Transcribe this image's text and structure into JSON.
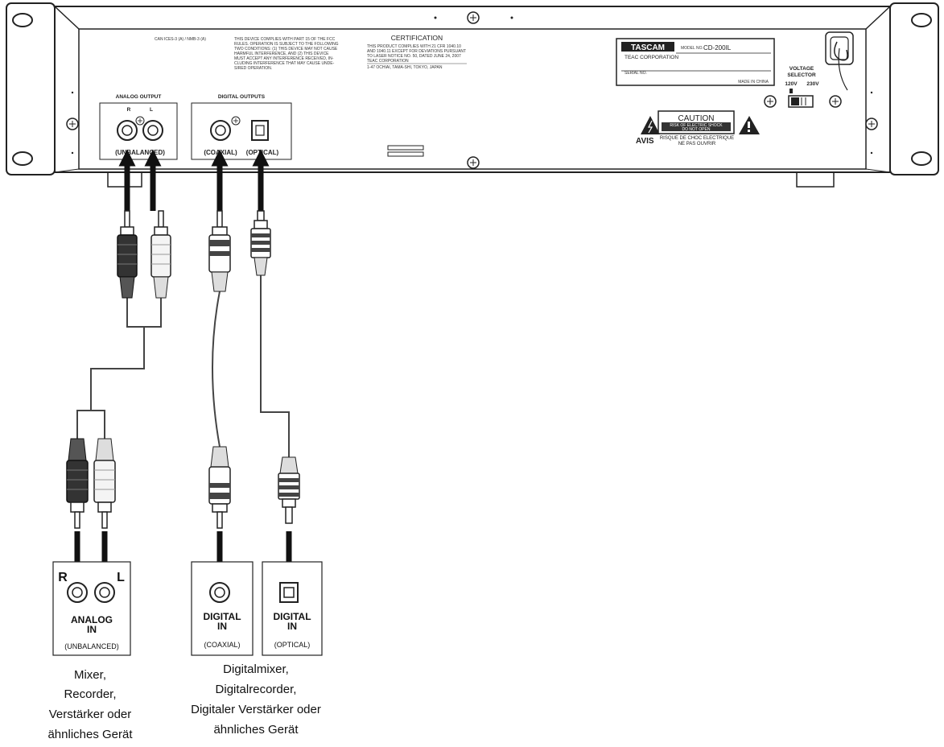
{
  "panel": {
    "compliance_code": "CAN ICES-3 (A) / NMB-3 (A)",
    "fcc_text": [
      "THIS DEVICE COMPLIES WITH PART 15 OF THE FCC",
      "RULES. OPERATION IS SUBJECT TO THE FOLLOWING",
      "TWO CONDITIONS: (1) THIS DEVICE MAY NOT CAUSE",
      "HARMFUL INTERFERENCE, AND (2) THIS DEVICE",
      "MUST ACCEPT ANY INTERFERENCE RECEIVED, IN-",
      "CLUDING INTERFERENCE THAT MAY CAUSE UNDE-",
      "SIRED OPERATION."
    ],
    "certification_title": "CERTIFICATION",
    "certification_text": [
      "THIS PRODUCT COMPLIES WITH 21 CFR 1040.10",
      "AND 1040.11 EXCEPT FOR DEVIATIONS PURSUANT",
      "TO LASER NOTICE NO. 50, DATED JUNE 24, 2007",
      "TEAC CORPORATION",
      "1-47 OCHIAI, TAMA-SHI, TOKYO, JAPAN"
    ],
    "analog_output_label": "ANALOG OUTPUT",
    "jack_r": "R",
    "jack_l": "L",
    "unbalanced_label": "(UNBALANCED)",
    "digital_outputs_label": "DIGITAL OUTPUTS",
    "coaxial_label": "(COAXIAL)",
    "optical_label": "(OPTICAL)",
    "brand": "TASCAM",
    "model_label": "MODEL NO.",
    "model": "CD-200IL",
    "company": "TEAC CORPORATION",
    "serial_label": "SERIAL NO.",
    "made_in": "MADE IN CHINA",
    "voltage_title_1": "VOLTAGE",
    "voltage_title_2": "SELECTOR",
    "voltage_120": "120V",
    "voltage_230": "230V",
    "caution_title": "CAUTION",
    "caution_line1": "RISK OF ELECTRIC SHOCK",
    "caution_line2": "DO NOT OPEN",
    "avis": "AVIS",
    "avis_line1": "RISQUE DE CHOC ELECTRIQUE",
    "avis_line2": "NE PAS OUVRIR"
  },
  "devices": {
    "analog": {
      "r": "R",
      "l": "L",
      "title1": "ANALOG",
      "title2": "IN",
      "subtitle": "(UNBALANCED)"
    },
    "coax": {
      "title1": "DIGITAL",
      "title2": "IN",
      "subtitle": "(COAXIAL)"
    },
    "optical": {
      "title1": "DIGITAL",
      "title2": "IN",
      "subtitle": "(OPTICAL)"
    }
  },
  "captions": {
    "analog": [
      "Mixer,",
      "Recorder,",
      "Verstärker oder",
      "ähnliches Gerät"
    ],
    "digital": [
      "Digitalmixer,",
      "Digitalrecorder,",
      "Digitaler Verstärker oder",
      "ähnliches Gerät"
    ]
  }
}
